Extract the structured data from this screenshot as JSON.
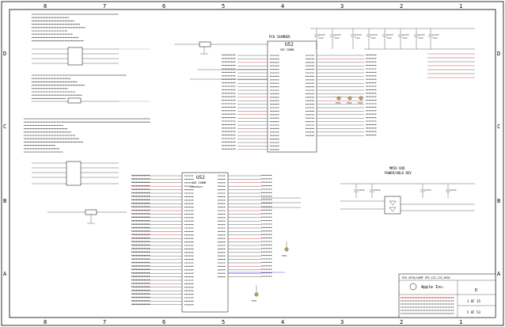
{
  "frame": {
    "top_columns": [
      "8",
      "7",
      "6",
      "5",
      "4",
      "3",
      "2",
      "1"
    ],
    "bottom_columns": [
      "8",
      "7",
      "6",
      "5",
      "4",
      "3",
      "2",
      "1"
    ],
    "left_rows": [
      "D",
      "C",
      "B",
      "A"
    ],
    "right_rows": [
      "D",
      "C",
      "B",
      "A"
    ]
  },
  "chips": {
    "u52_top": {
      "ref": "U52",
      "part": "SGF Z1BMB",
      "title": "PCH CHAMBER"
    },
    "u52_bottom": {
      "ref": "U52",
      "part": "SGF Z1BMB",
      "sub": "SIDEPERIPH"
    }
  },
  "sections": {
    "mmio": "MMIO VDD",
    "power_hold": "POWER/HOLD REV"
  },
  "testpoints": [
    "TP01",
    "TP02",
    "TP03",
    "TP04",
    "TP05"
  ],
  "title_block": {
    "drawing_title": "PCH GPIO/CAMP SPI,I2C,I2C,MISC",
    "company": "Apple Inc.",
    "rev": "D",
    "sheet": "1 OF 15",
    "sheet2": "5 OF 53"
  },
  "colors": {
    "wire": "#222222",
    "accent_wire": "#cc0000",
    "blue_wire": "#0000ff",
    "testpoint": "#c8a45a"
  }
}
